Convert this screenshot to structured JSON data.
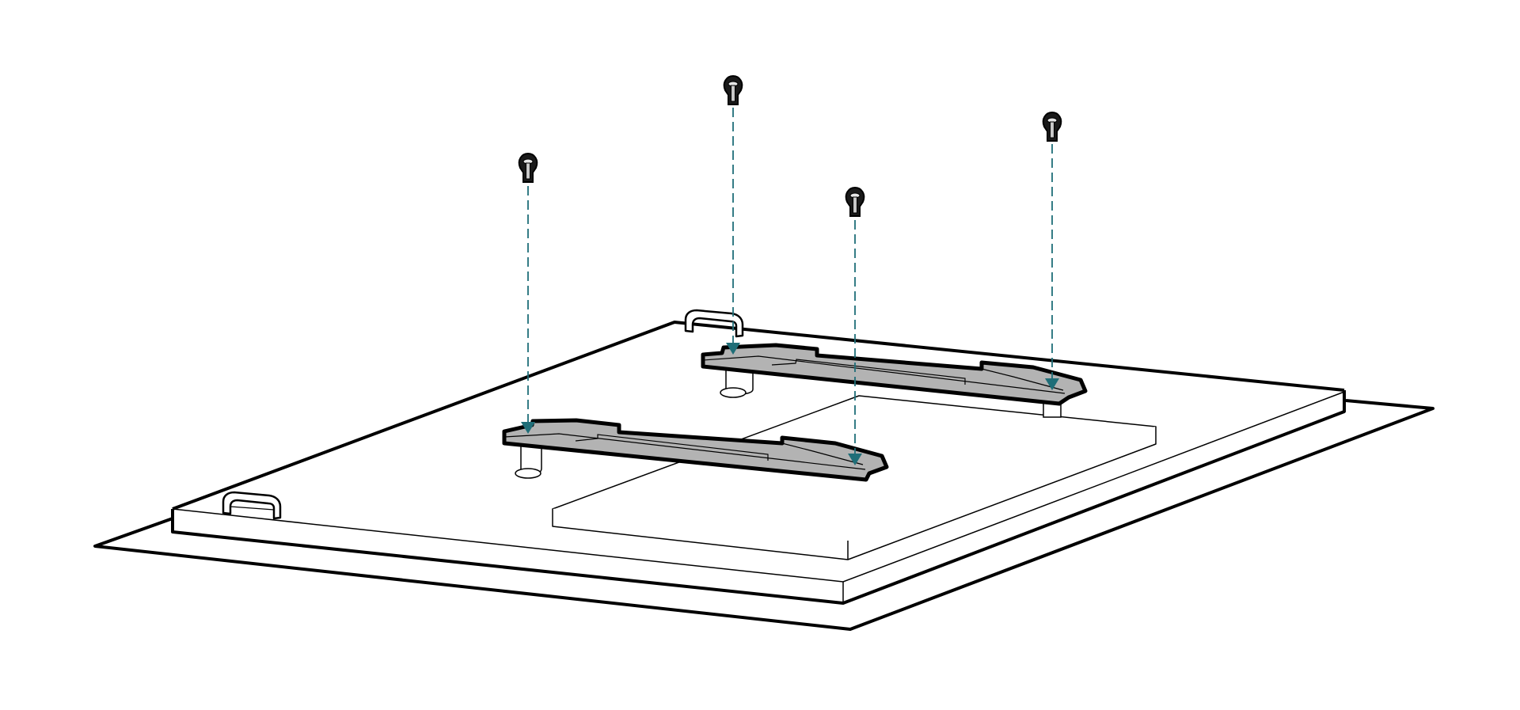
{
  "diagram": {
    "type": "installation-illustration",
    "colors": {
      "line": "#000000",
      "panel": "#ffffff",
      "rail": "#b3b3b3",
      "arrow": "#1f6e78",
      "screw_head": "#1a1a1a",
      "screw_shank": "#c8c8c8"
    },
    "screw_count": 4,
    "rail_count": 2,
    "handle_count": 2,
    "direction": "down"
  }
}
